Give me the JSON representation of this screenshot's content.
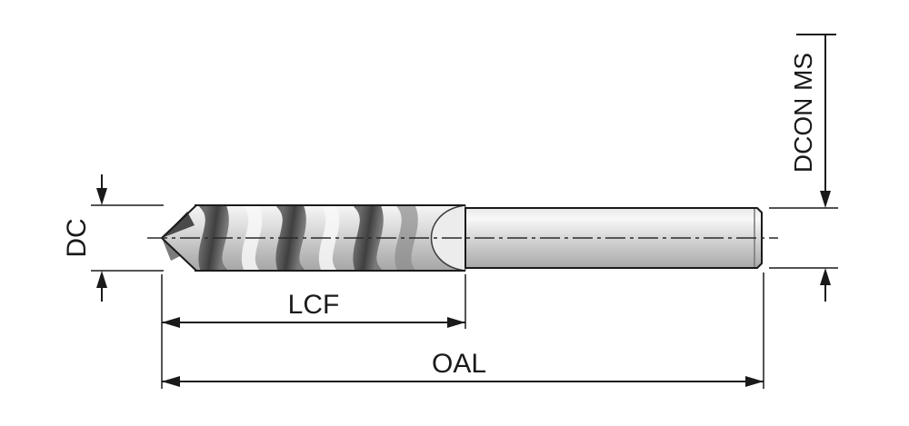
{
  "diagram": {
    "labels": {
      "dc": "DC",
      "dcon_ms": "DCON MS",
      "lcf": "LCF",
      "oal": "OAL"
    },
    "colors": {
      "line": "#1a1a1a",
      "background": "#ffffff",
      "metal_light": "#f6f6f6",
      "metal_mid": "#c9c9c9",
      "metal_dark": "#3f3f3f"
    }
  }
}
